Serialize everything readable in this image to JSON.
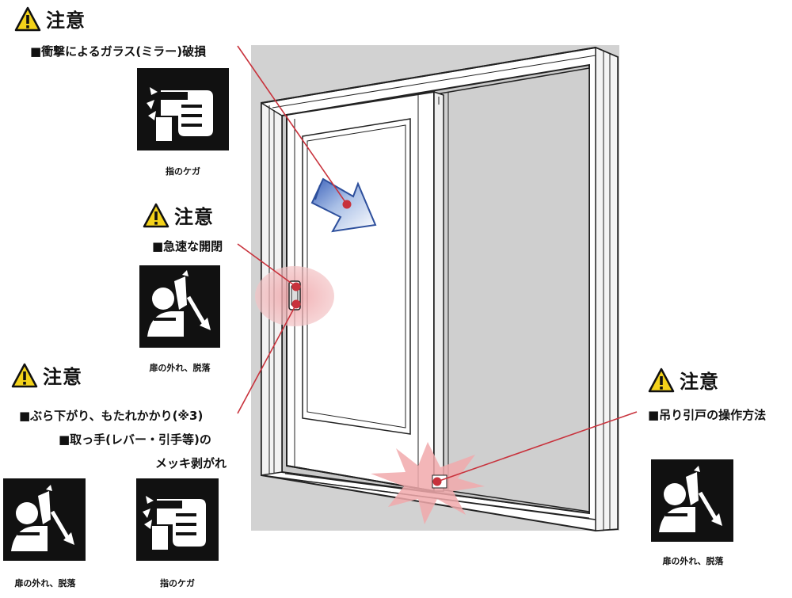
{
  "caution_word": "注意",
  "callouts": {
    "glass": "■衝撃によるガラス(ミラー)破損",
    "open_close": "■急速な開閉",
    "hang_line1": "■ぶら下がり、もたれかかり(※3)",
    "handle_line1": "■取っ手(レバー・引手等)の",
    "handle_line2": "メッキ剥がれ",
    "hanging_door": "■吊り引戸の操作方法"
  },
  "pictograms": [
    {
      "icon": "finger-injury-icon",
      "caption": "指のケガ"
    },
    {
      "icon": "door-fall-icon",
      "caption": "扉の外れ、脱落"
    },
    {
      "icon": "door-fall-icon",
      "caption": "扉の外れ、脱落"
    },
    {
      "icon": "finger-injury-icon",
      "caption": "指のケガ"
    },
    {
      "icon": "door-fall-icon",
      "caption": "扉の外れ、脱落"
    }
  ],
  "colors": {
    "warning_yellow": "#f3d21a",
    "marker_red": "#c8323c",
    "highlight_pink": "#f2b6b8",
    "arrow_blue": "#4a70c4",
    "background_gray": "#d2d2d2"
  }
}
